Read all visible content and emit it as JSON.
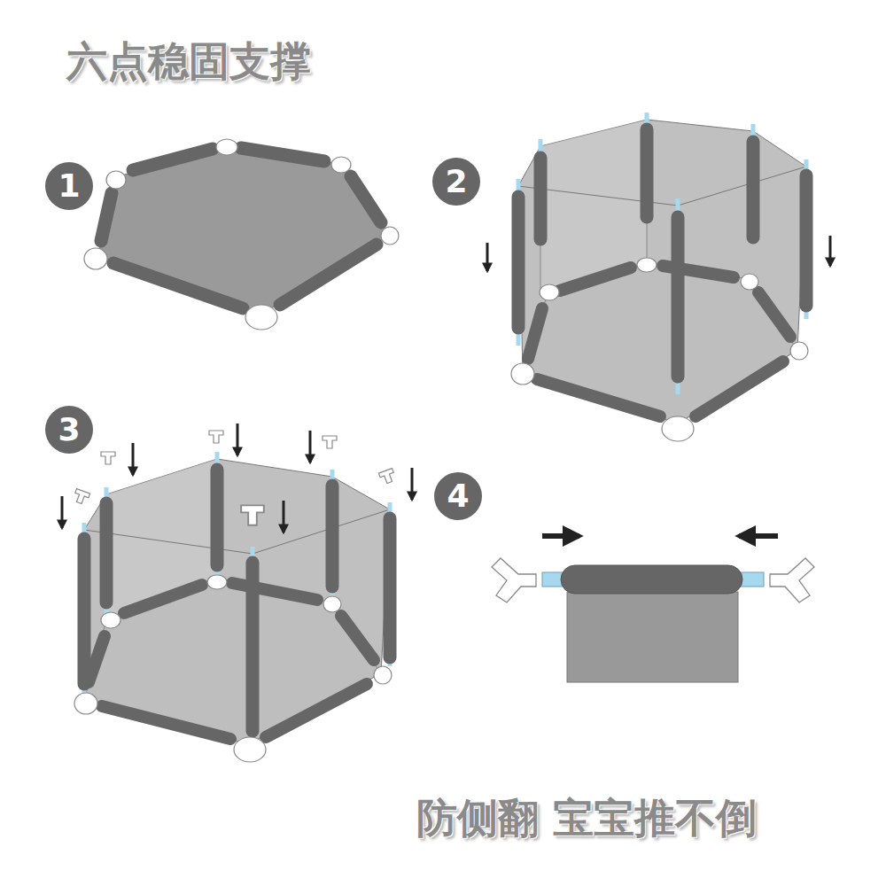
{
  "diagram": {
    "title": "六点稳固支撑",
    "caption": "防侧翻 宝宝推不倒",
    "nodes": [
      {
        "text": [
          "1"
        ]
      },
      {
        "text": [
          "2"
        ]
      },
      {
        "text": [
          "3"
        ]
      },
      {
        "text": [
          "4"
        ]
      }
    ]
  }
}
